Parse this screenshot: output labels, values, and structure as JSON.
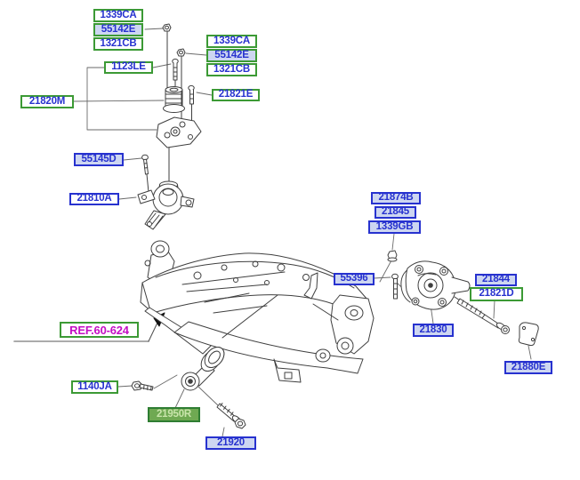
{
  "title": "engine-mounting-parts-diagram",
  "colors": {
    "label_text_blue": "#2732cf",
    "green_border": "#3c9a35",
    "blue_border": "#2732cf",
    "blue_fill": "#cdd6f1",
    "highlight_fill": "#6fa952",
    "highlight_text": "#c9e5ab",
    "ref_text_magenta": "#c40fc4",
    "line_art": "#3f3f3f"
  },
  "parts": {
    "p1339ca_a": "1339CA",
    "p55142e_a": "55142E",
    "p1321cb_a": "1321CB",
    "p1339ca_b": "1339CA",
    "p55142e_b": "55142E",
    "p1321cb_b": "1321CB",
    "p1123le": "1123LE",
    "p21821e": "21821E",
    "p21820m": "21820M",
    "p55145d": "55145D",
    "p21810a": "21810A",
    "p21874b": "21874B",
    "p21845": "21845",
    "p1339gb": "1339GB",
    "p55396": "55396",
    "p21844": "21844",
    "p21821d": "21821D",
    "p21830": "21830",
    "p21880e": "21880E",
    "ref_frame": "REF.60-624",
    "p1140ja": "1140JA",
    "p21950r": "21950R",
    "p21920": "21920"
  }
}
